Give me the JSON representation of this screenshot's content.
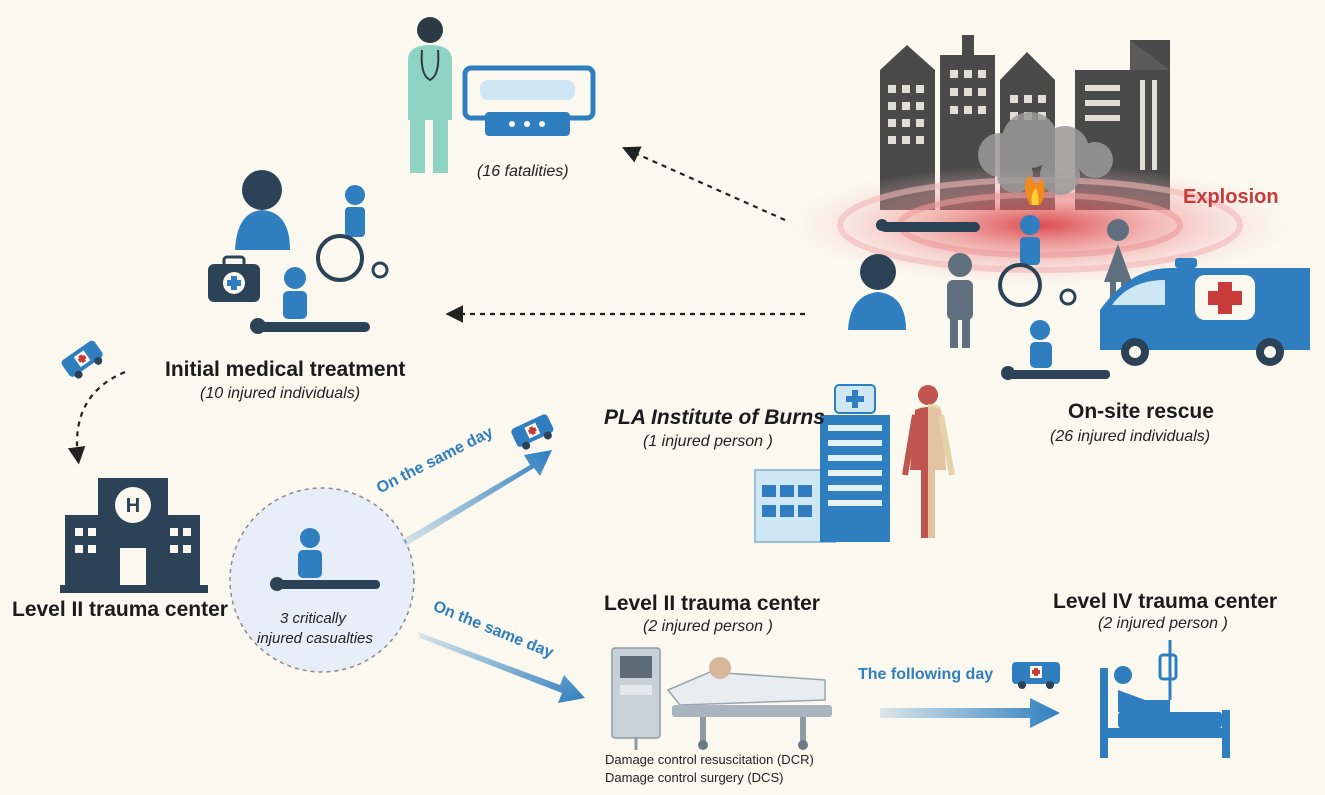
{
  "scene": {
    "explosion": "Explosion",
    "fatalities": "(16 fatalities)",
    "colors": {
      "background": "#fbf8ef",
      "icon_blue": "#2f7fc0",
      "icon_dark": "#2c4257",
      "building_dark": "#4a4a4a",
      "explosion_red": "#c93a3a"
    }
  },
  "nodes": {
    "on_site": {
      "title": "On-site rescue",
      "count": "(26 injured individuals)"
    },
    "initial": {
      "title": "Initial medical treatment",
      "count": "(10 injured individuals)"
    },
    "burns": {
      "title": "PLA Institute of Burns",
      "count": "(1 injured person )"
    },
    "level2_left": {
      "title": "Level II trauma center"
    },
    "critical": {
      "line1": "3 critically",
      "line2": "injured casualties"
    },
    "level2_mid": {
      "title": "Level II trauma center",
      "count": "(2 injured person )",
      "note1": "Damage control resuscitation (DCR)",
      "note2": "Damage control surgery (DCS)"
    },
    "level4": {
      "title": "Level IV trauma center",
      "count": "(2 injured person )"
    }
  },
  "arrows": {
    "same_day_upper": "On the same day",
    "same_day_lower": "On the same day",
    "following_day": "The following day"
  }
}
